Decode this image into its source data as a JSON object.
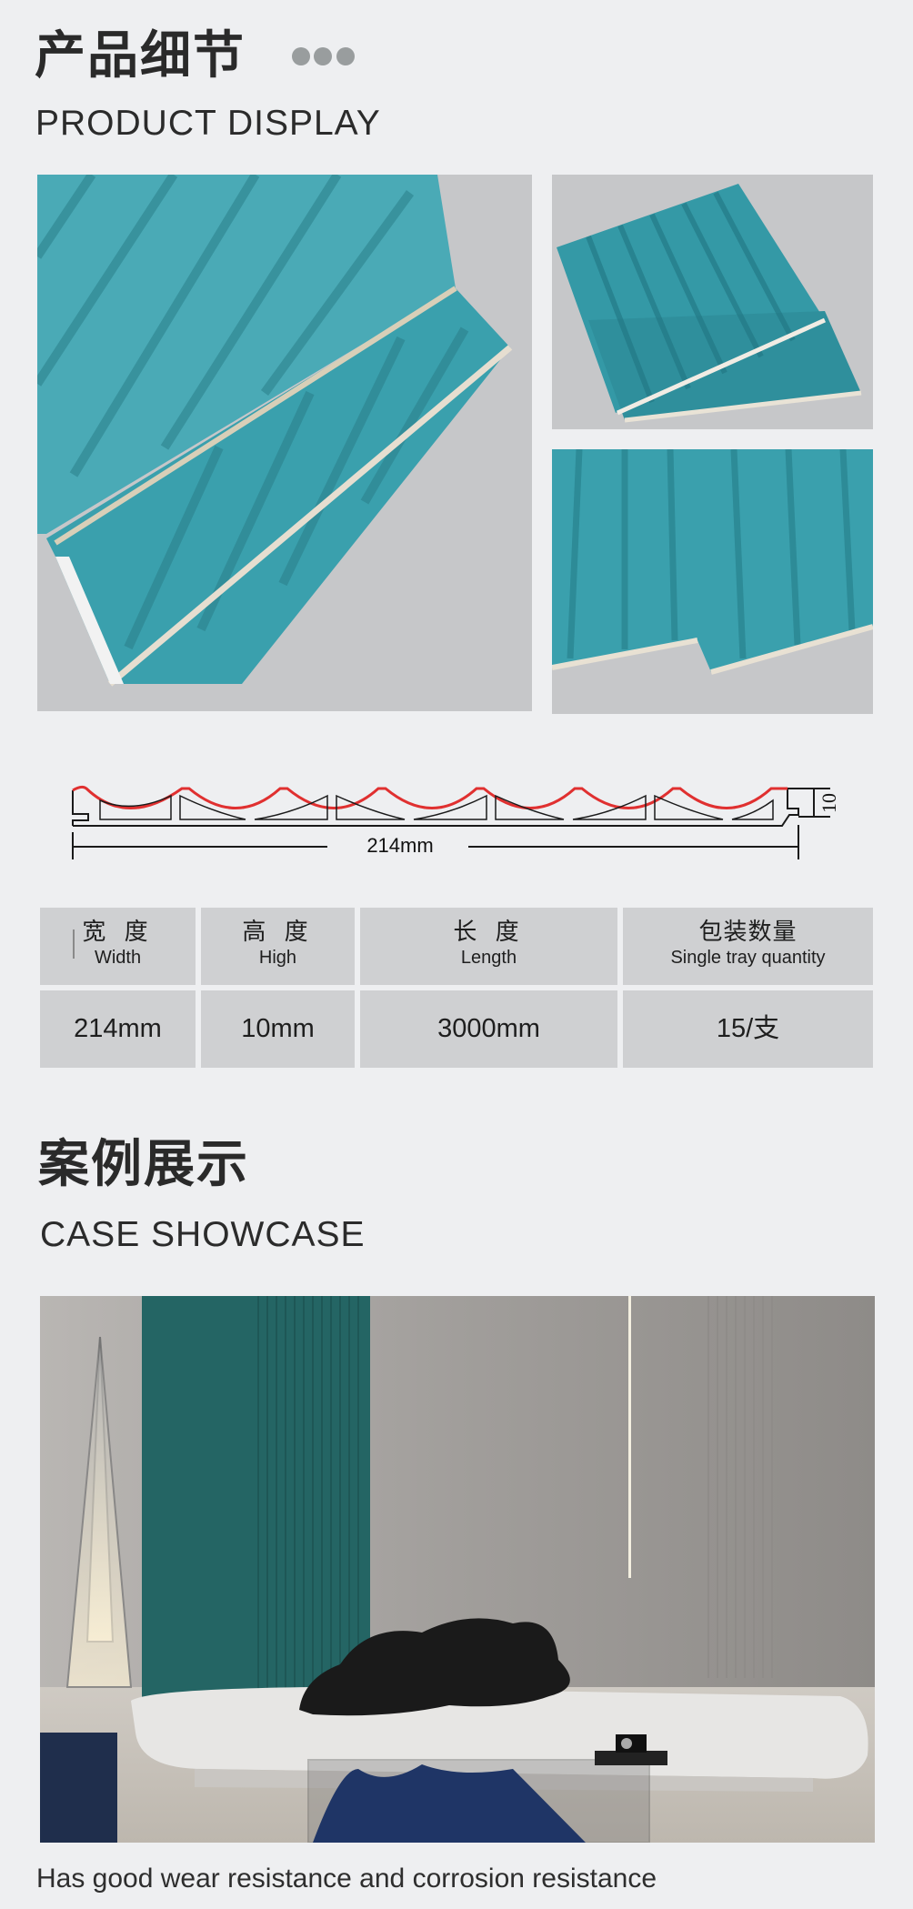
{
  "product_section": {
    "title_cn": "产品细节",
    "title_en": "PRODUCT DISPLAY",
    "dots_color": "#999d9e",
    "images": [
      {
        "name": "main-panel-photo",
        "desc": "two stacked teal fluted wall panels"
      },
      {
        "name": "top-right-panel-photo",
        "desc": "teal fluted panels fanned"
      },
      {
        "name": "bottom-right-panel-photo",
        "desc": "teal fluted panels close-up edge"
      }
    ],
    "panel_color": "#3fa3b0",
    "photo_background": "#c6c7c9"
  },
  "diagram": {
    "width_label": "214mm",
    "height_label": "10",
    "profile_accent": "#e03030"
  },
  "spec_table": {
    "headers": [
      {
        "cn": "宽 度",
        "en": "Width"
      },
      {
        "cn": "高 度",
        "en": "High"
      },
      {
        "cn": "长 度",
        "en": "Length"
      },
      {
        "cn": "包装数量",
        "en": "Single tray quantity"
      }
    ],
    "values": [
      "214mm",
      "10mm",
      "3000mm",
      "15/支"
    ]
  },
  "case_section": {
    "title_cn": "案例展示",
    "title_en": "CASE SHOWCASE",
    "photo_desc": "living room with teal fluted wall panel, white sofa, black cushion, glass coffee table",
    "caption": "Has good wear resistance and corrosion resistance"
  }
}
